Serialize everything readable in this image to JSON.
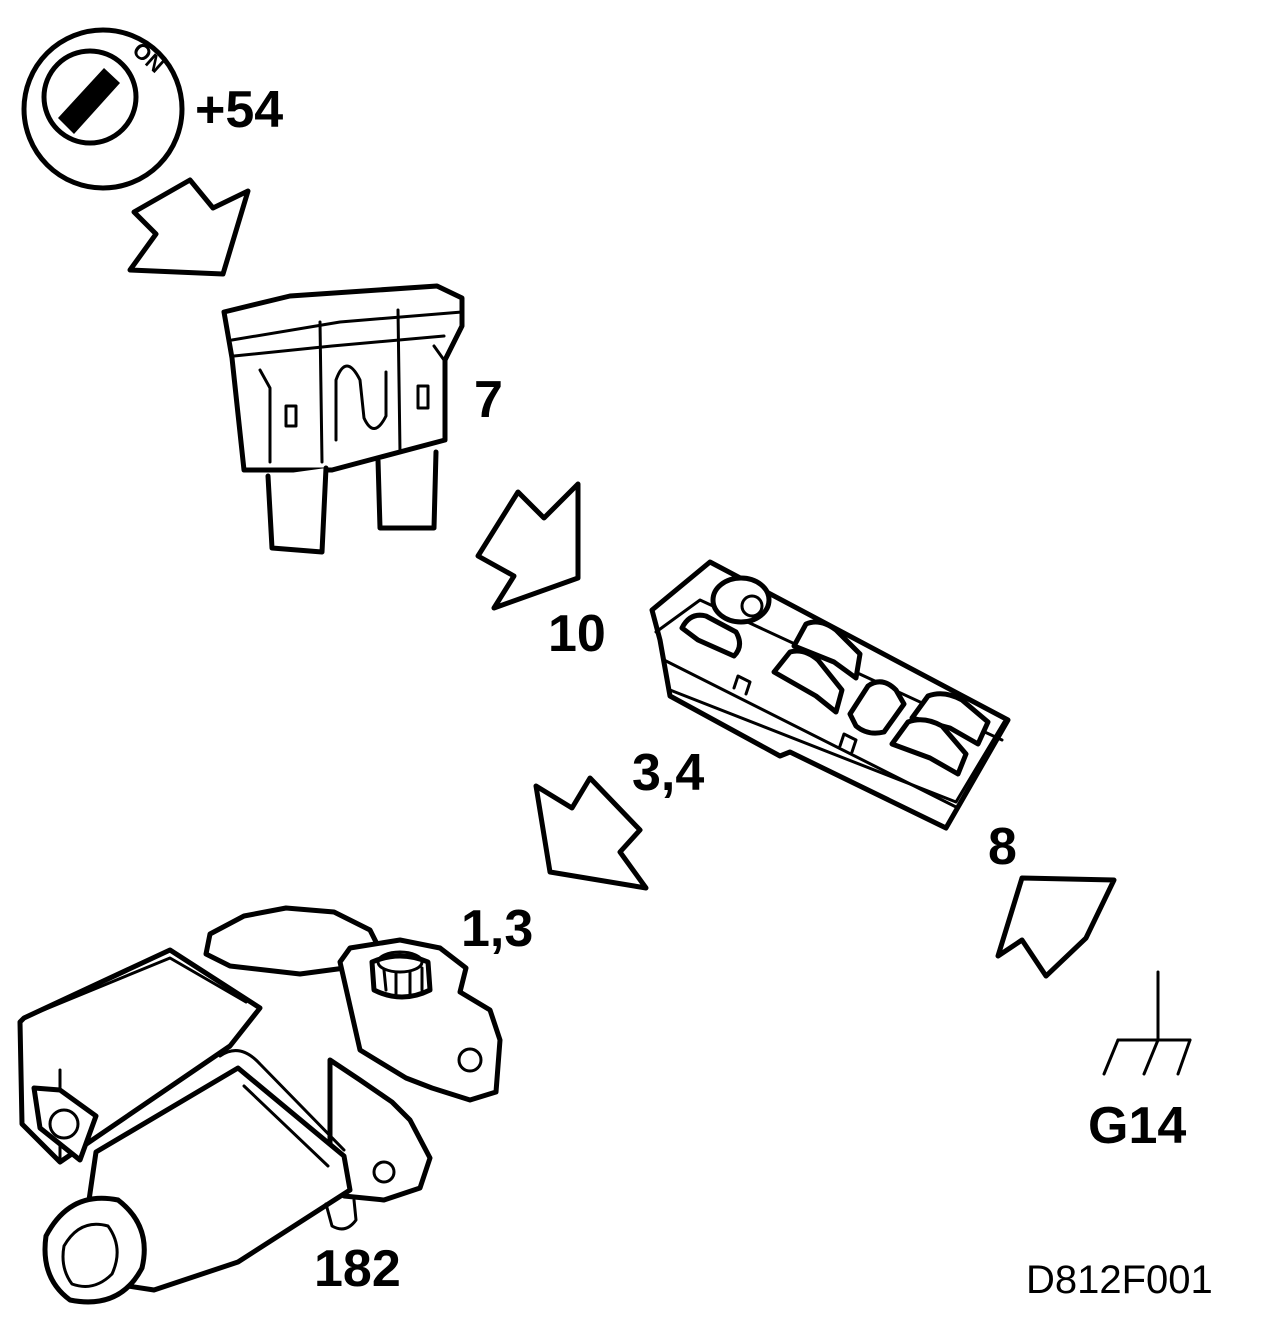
{
  "components": {
    "ignition": {
      "label": "+54",
      "key_text": "ON",
      "icon": "ignition-switch-icon"
    },
    "fuse": {
      "label": "7",
      "icon": "blade-fuse-icon"
    },
    "switch_panel": {
      "input_label": "10",
      "output_label": "3,4",
      "ground_label": "8",
      "icon": "window-switch-panel-icon"
    },
    "motor": {
      "label": "1,3",
      "number": "182",
      "icon": "window-motor-icon"
    },
    "ground": {
      "label": "G14",
      "icon": "ground-symbol-icon"
    }
  },
  "figure_code": "D812F001"
}
